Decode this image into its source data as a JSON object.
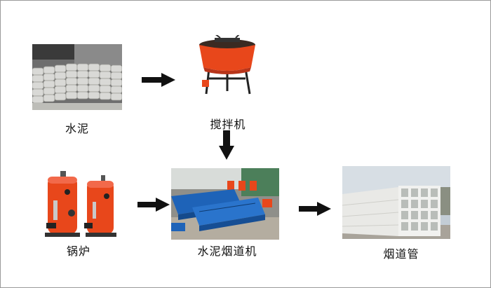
{
  "nodes": {
    "cement": {
      "label": "水泥"
    },
    "mixer": {
      "label": "搅拌机"
    },
    "boiler": {
      "label": "锅炉"
    },
    "machine": {
      "label": "水泥烟道机"
    },
    "duct": {
      "label": "烟道管"
    }
  },
  "colors": {
    "arrow": "#111111",
    "orange": "#e8471b",
    "blue": "#1e63b8",
    "duct_white": "#f1f1ef"
  }
}
